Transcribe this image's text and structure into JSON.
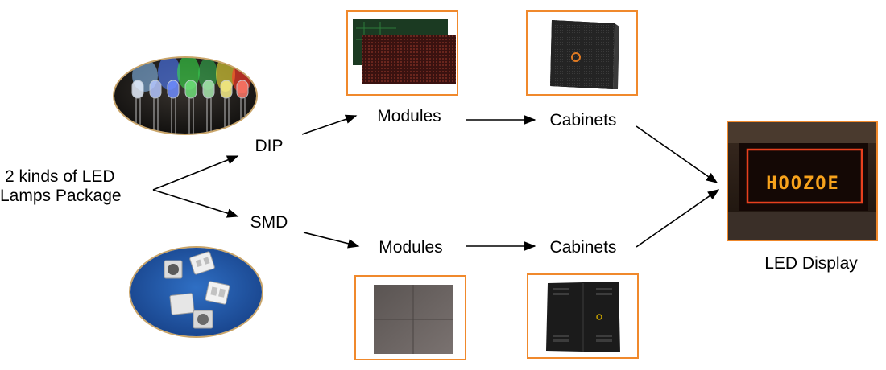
{
  "source": {
    "line1": "2 kinds of LED",
    "line2": "Lamps Package"
  },
  "branches": {
    "dip": {
      "label": "DIP",
      "module_label": "Modules",
      "cabinet_label": "Cabinets"
    },
    "smd": {
      "label": "SMD",
      "module_label": "Modules",
      "cabinet_label": "Cabinets"
    }
  },
  "result": {
    "label": "LED Display",
    "screen_text": "HOOZOE"
  },
  "colors": {
    "frame": "#f0892c",
    "arrow": "#000000",
    "screen_text": "#f7a21c",
    "screen_border": "#e8401e"
  }
}
